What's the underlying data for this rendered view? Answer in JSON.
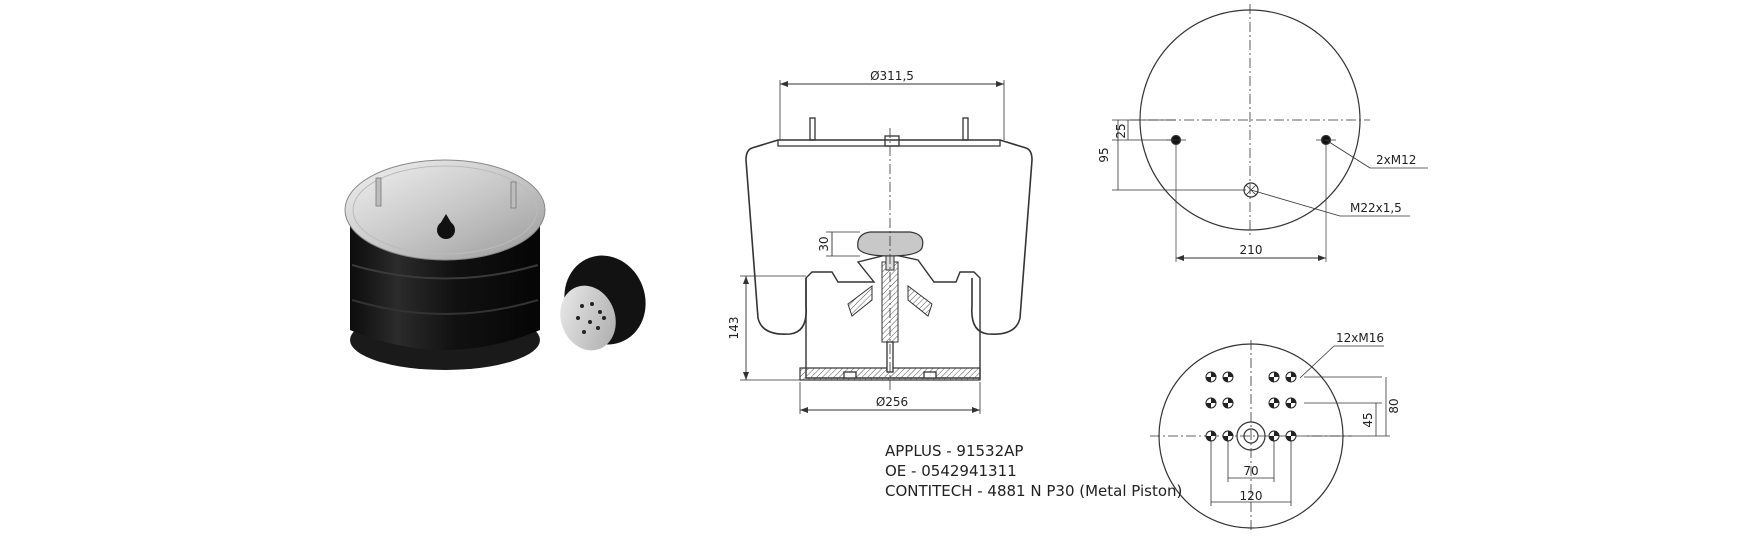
{
  "drawing": {
    "side_view": {
      "top_diameter": "Ø311,5",
      "bottom_diameter": "Ø256",
      "height": "143",
      "piston_offset": "30"
    },
    "top_view": {
      "offset_25": "25",
      "offset_95": "95",
      "stud_label": "2xM12",
      "port_label": "M22x1,5",
      "stud_spacing": "210"
    },
    "bottom_view": {
      "holes_label": "12xM16",
      "dim_80": "80",
      "dim_45": "45",
      "dim_70": "70",
      "dim_120": "120"
    }
  },
  "product_info": {
    "line1": "APPLUS - 91532AP",
    "line2": "OE - 0542941311",
    "line3": "CONTITECH - 4881 N P30 (Metal Piston)"
  }
}
